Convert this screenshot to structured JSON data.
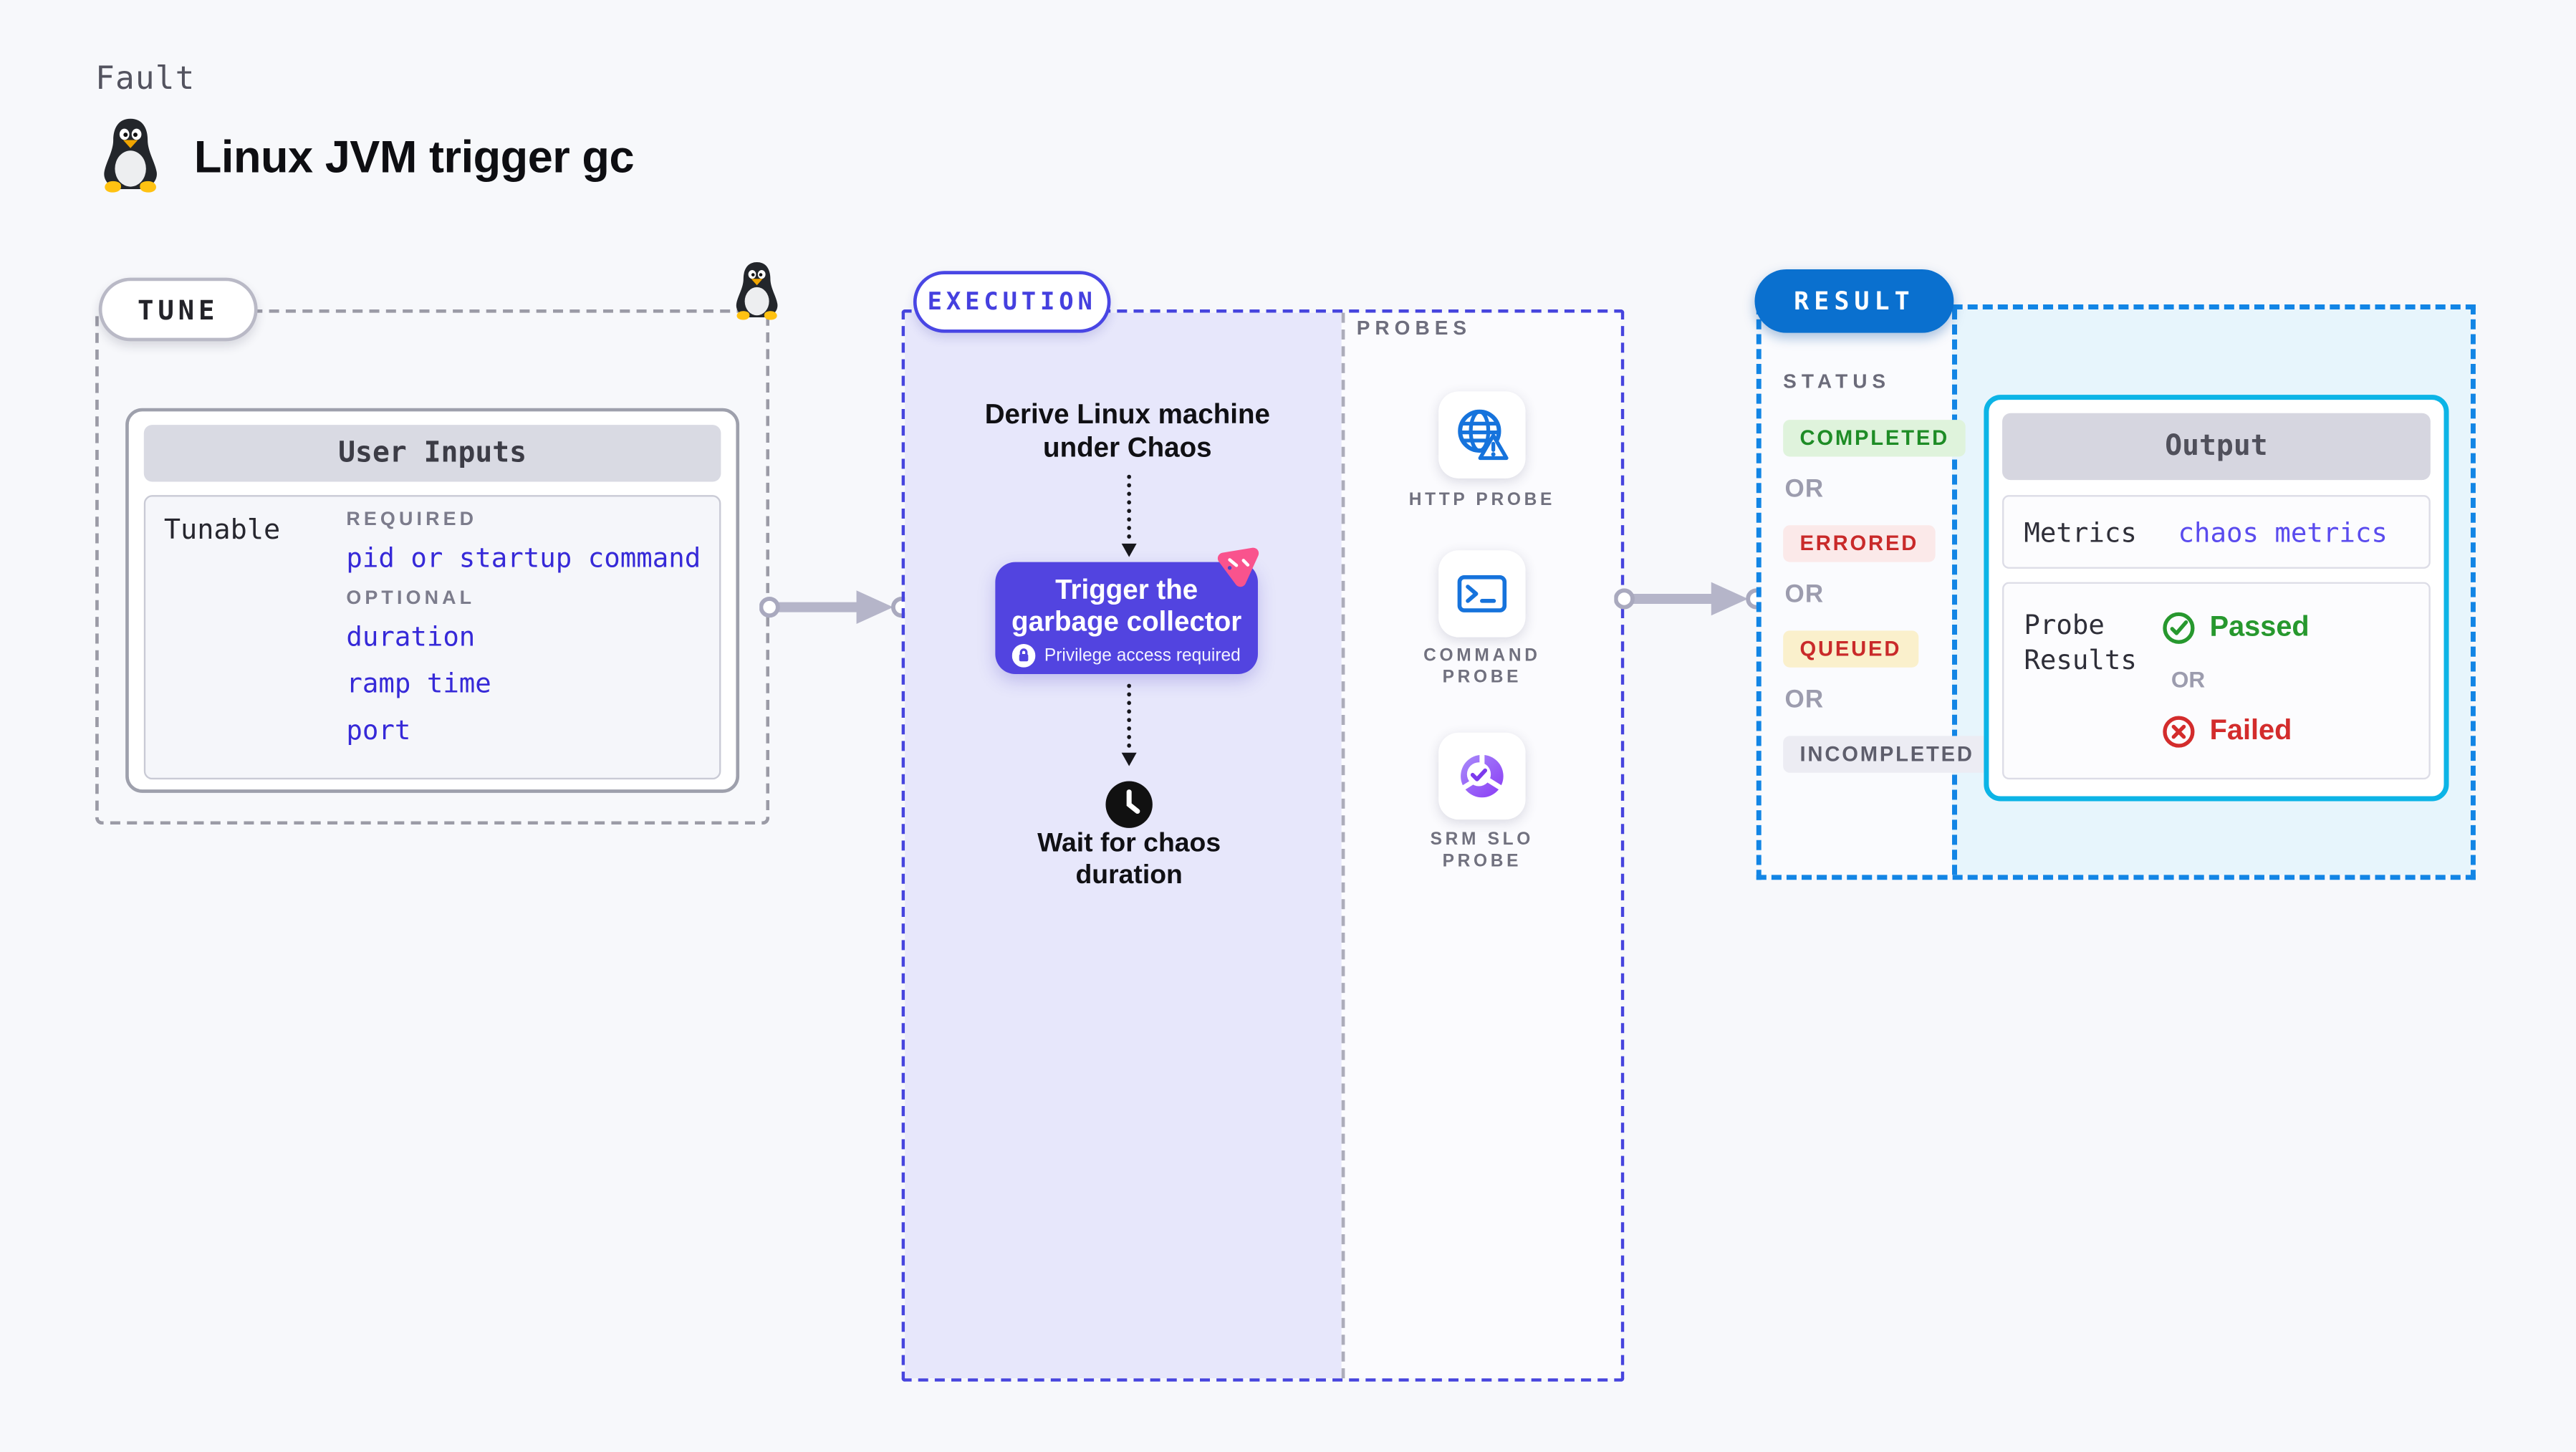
{
  "page": {
    "kicker": "Fault",
    "title": "Linux JVM trigger gc"
  },
  "tune": {
    "pill": "TUNE",
    "card_header": "User Inputs",
    "row_label": "Tunable",
    "required_label": "REQUIRED",
    "required_items": [
      "pid or startup command"
    ],
    "optional_label": "OPTIONAL",
    "optional_items": [
      "duration",
      "ramp time",
      "port"
    ]
  },
  "execution": {
    "pill": "EXECUTION",
    "step_derive": "Derive Linux machine under Chaos",
    "node_title": "Trigger the garbage collector",
    "node_badge": "Privilege access required",
    "step_wait": "Wait for chaos duration"
  },
  "probes": {
    "label": "PROBES",
    "items": [
      {
        "name": "HTTP PROBE",
        "icon": "globe-alert-icon"
      },
      {
        "name": "COMMAND PROBE",
        "icon": "terminal-icon"
      },
      {
        "name": "SRM SLO PROBE",
        "icon": "donut-check-icon"
      }
    ]
  },
  "result": {
    "pill": "RESULT",
    "status_label": "STATUS",
    "or_label": "OR",
    "statuses": [
      {
        "label": "COMPLETED",
        "kind": "green"
      },
      {
        "label": "ERRORED",
        "kind": "red"
      },
      {
        "label": "QUEUED",
        "kind": "yellow"
      },
      {
        "label": "INCOMPLETED",
        "kind": "gray"
      }
    ],
    "output": {
      "header": "Output",
      "metrics_label": "Metrics",
      "metrics_value": "chaos metrics",
      "probe_label": "Probe Results",
      "passed": "Passed",
      "failed": "Failed"
    }
  },
  "colors": {
    "accent_purple": "#5244E0",
    "execution_fill": "#E7E7FB",
    "link_blue": "#3629D8",
    "result_blue": "#0A70CF",
    "output_cyan": "#0CB4E6",
    "chaos_pink": "#F9538D",
    "passed_green": "#27982E",
    "failed_red": "#D32C2C"
  }
}
